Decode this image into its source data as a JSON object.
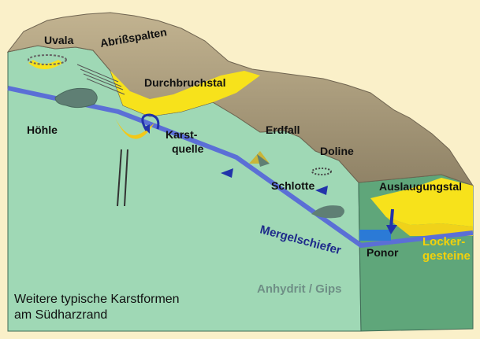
{
  "labels": {
    "uvala": "Uvala",
    "abrissspalten": "Abrißspalten",
    "durchbruchstal": "Durchbruchstal",
    "hoehle": "Höhle",
    "karstquelle_1": "Karst-",
    "karstquelle_2": "quelle",
    "erdfall": "Erdfall",
    "doline": "Doline",
    "schlotte": "Schlotte",
    "auslaugungstal": "Auslaugungstal",
    "mergelschiefer": "Mergelschiefer",
    "ponor": "Ponor",
    "lockergesteine_1": "Locker-",
    "lockergesteine_2": "gesteine",
    "anhydrit_gips": "Anhydrit / Gips"
  },
  "caption": {
    "line1": "Weitere typische Karstformen",
    "line2": "am Südharzrand"
  },
  "colors": {
    "background": "#faf0c9",
    "bedrock_front": "#9fd8b5",
    "bedrock_right": "#5fa67a",
    "surface": "#a89a7a",
    "sediment": "#f7e21b",
    "mergelschiefer_layer": "#5b6fd6"
  }
}
